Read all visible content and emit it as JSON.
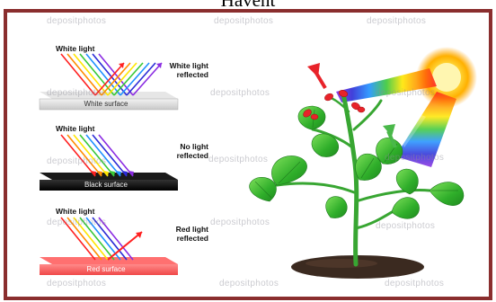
{
  "header": {
    "title": "Havent"
  },
  "panels": [
    {
      "incident": "White light",
      "reflected": "White light\nreflected",
      "surface": "White surface"
    },
    {
      "incident": "White light",
      "reflected": "No light\nreflected",
      "surface": "Black surface"
    },
    {
      "incident": "White light",
      "reflected": "Red light\nreflected",
      "surface": "Red surface"
    }
  ],
  "watermark": "depositphotos",
  "colors": {
    "frame": "#8a2e2e",
    "white_surface": "#d6d6d6",
    "black_surface": "#111111",
    "red_surface": "#f25b5b",
    "spectrum": [
      "#ff2020",
      "#ff8c00",
      "#ffe600",
      "#39c839",
      "#1e90ff",
      "#2b2bd6",
      "#8a2be2"
    ],
    "leaf": "#35b82f",
    "stem": "#3aa635",
    "soil": "#3b2a20",
    "sun": "#ffd21f"
  }
}
